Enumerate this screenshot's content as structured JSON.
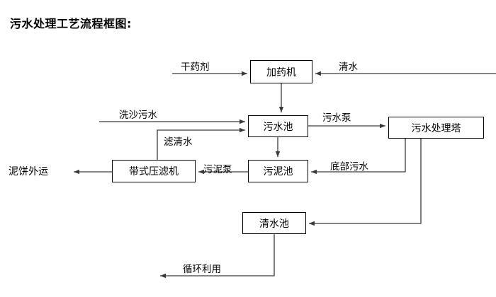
{
  "document": {
    "title": "污水处理工艺流程框图:"
  },
  "nodes": [
    {
      "id": "dosing-machine",
      "label": "加药机"
    },
    {
      "id": "sewage-pool",
      "label": "污水池"
    },
    {
      "id": "sewage-treatment-tower",
      "label": "污水处理塔"
    },
    {
      "id": "belt-filter-press",
      "label": "带式压滤机"
    },
    {
      "id": "sludge-pool",
      "label": "污泥池"
    },
    {
      "id": "clean-water-pool",
      "label": "清水池"
    }
  ],
  "edge_labels": {
    "dry_chemical": "干药剂",
    "clean_water_in": "清水",
    "sand_wash_wastewater": "洗沙污水",
    "filtered_clear_water": "滤清水",
    "sewage_pump": "污水泵",
    "sludge_pump": "污泥泵",
    "bottom_sewage": "底部污水",
    "recycle_reuse": "循环利用"
  },
  "terminals": {
    "mud_cake_out": "泥饼外运"
  },
  "colors": {
    "line": "#3a3a3a",
    "box_border": "#000000",
    "background": "#ffffff",
    "text": "#000000"
  },
  "chart_data": {
    "type": "flowchart",
    "title": "污水处理工艺流程框图:",
    "nodes": [
      {
        "id": "dosing-machine",
        "label": "加药机"
      },
      {
        "id": "sewage-pool",
        "label": "污水池"
      },
      {
        "id": "sewage-treatment-tower",
        "label": "污水处理塔"
      },
      {
        "id": "belt-filter-press",
        "label": "带式压滤机"
      },
      {
        "id": "sludge-pool",
        "label": "污泥池"
      },
      {
        "id": "clean-water-pool",
        "label": "清水池"
      }
    ],
    "edges": [
      {
        "from": "干药剂",
        "to": "加药机",
        "label": "干药剂"
      },
      {
        "from": "清水",
        "to": "加药机",
        "label": "清水"
      },
      {
        "from": "加药机",
        "to": "污水池",
        "label": ""
      },
      {
        "from": "洗沙污水",
        "to": "污水池",
        "label": "洗沙污水"
      },
      {
        "from": "带式压滤机",
        "to": "污水池",
        "label": "滤清水"
      },
      {
        "from": "污水池",
        "to": "污水处理塔",
        "label": "污水泵"
      },
      {
        "from": "污水池",
        "to": "污泥池",
        "label": ""
      },
      {
        "from": "污水处理塔",
        "to": "污泥池",
        "label": "底部污水"
      },
      {
        "from": "污泥池",
        "to": "带式压滤机",
        "label": "污泥泵"
      },
      {
        "from": "带式压滤机",
        "to": "泥饼外运",
        "label": ""
      },
      {
        "from": "污水处理塔",
        "to": "清水池",
        "label": ""
      },
      {
        "from": "清水池",
        "to": "循环利用",
        "label": "循环利用"
      }
    ]
  }
}
